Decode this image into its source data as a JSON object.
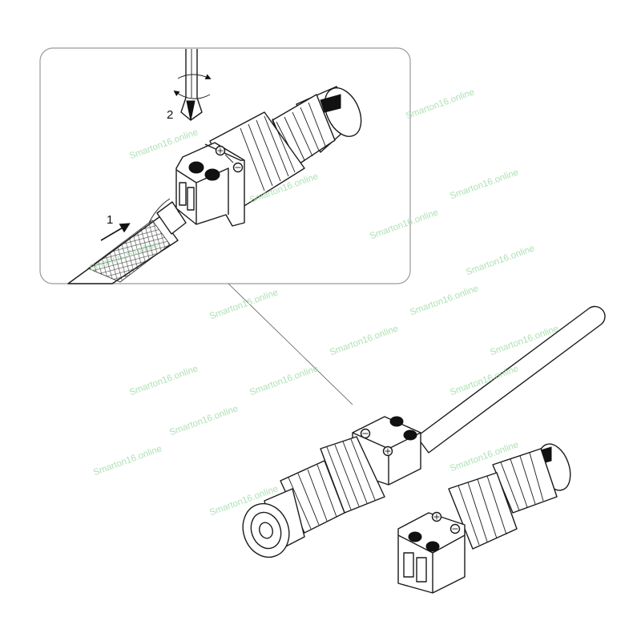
{
  "diagram": {
    "title": "BNC to screw-terminal connector installation",
    "step_labels": [
      "1",
      "2"
    ],
    "polarity": {
      "plus": "+",
      "minus": "−"
    },
    "watermark": "Smarton16.online"
  },
  "colors": {
    "line": "#1a1a1a",
    "watermark": "#9fdca8",
    "inset_border": "#9a9a9a"
  }
}
